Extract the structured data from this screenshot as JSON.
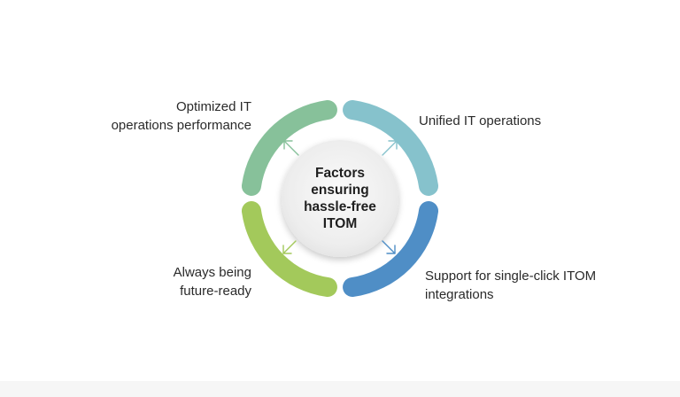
{
  "center": {
    "lines": [
      "Factors",
      "ensuring",
      "hassle-free",
      "ITOM"
    ]
  },
  "factors": [
    {
      "id": "optimized",
      "lines": [
        "Optimized IT",
        "operations performance"
      ],
      "color": "#87c19a"
    },
    {
      "id": "unified",
      "lines": [
        "Unified IT operations"
      ],
      "color": "#86c2cc"
    },
    {
      "id": "future-ready",
      "lines": [
        "Always being",
        "future-ready"
      ],
      "color": "#a3c95b"
    },
    {
      "id": "single-click",
      "lines": [
        "Support for single-click ITOM",
        "integrations"
      ],
      "color": "#4f8ec6"
    }
  ],
  "icons": {
    "arrow": "diagonal-arrow-icon"
  }
}
